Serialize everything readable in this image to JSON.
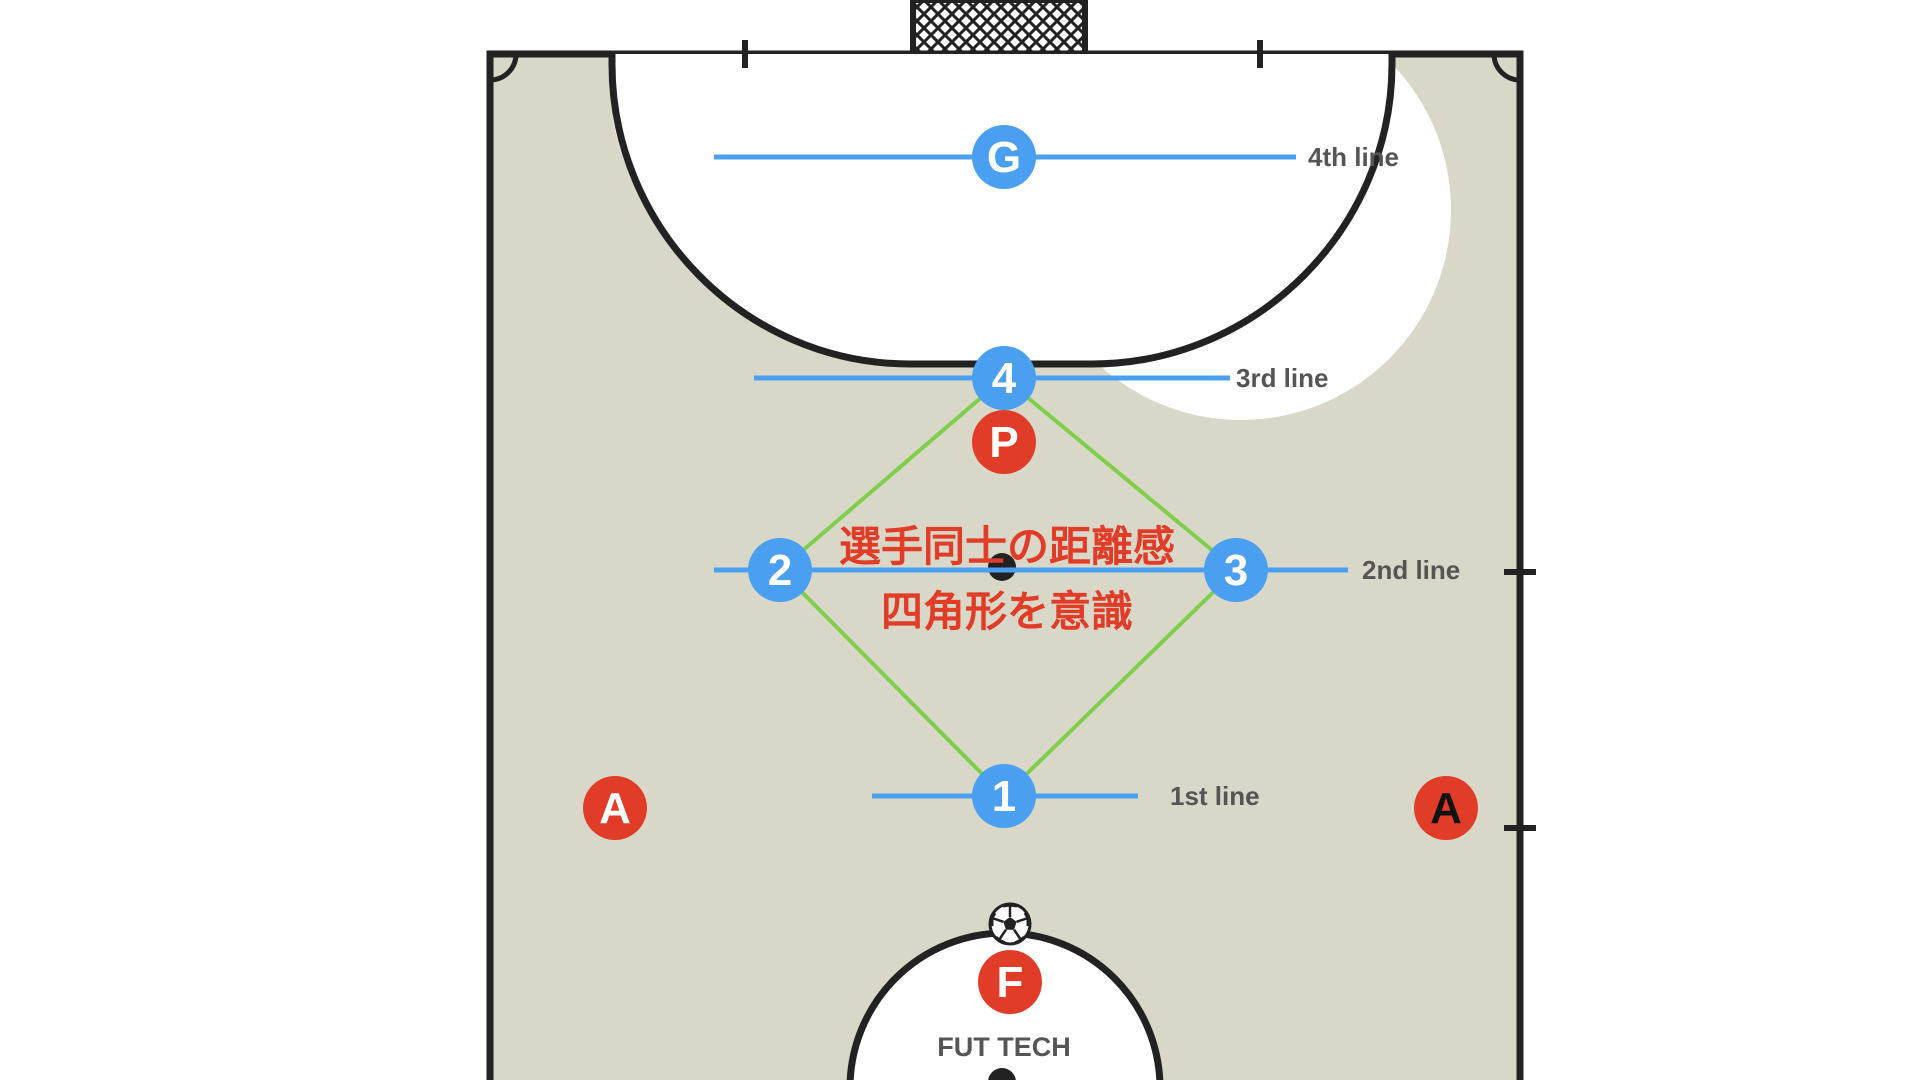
{
  "colors": {
    "court": "#d9d8c8",
    "line": "#222222",
    "blue_player": "#4a9ff0",
    "red_player": "#e03c28",
    "diamond": "#7fce4c",
    "caption": "#e03c28"
  },
  "lines": {
    "fourth": "4th line",
    "third": "3rd line",
    "second": "2nd line",
    "first": "1st line"
  },
  "players": {
    "goalkeeper": "G",
    "pivo": "4",
    "ala_left": "2",
    "ala_right": "3",
    "fixo": "1"
  },
  "opponents": {
    "pressure": "P",
    "ala_left": "A",
    "ala_right": "A",
    "fixo": "F"
  },
  "caption": {
    "line1": "選手同士の距離感",
    "line2": "四角形を意識"
  },
  "brand": "FUT TECH",
  "icons": {
    "ball": "soccer-ball-icon",
    "goal": "goal-net-icon"
  }
}
